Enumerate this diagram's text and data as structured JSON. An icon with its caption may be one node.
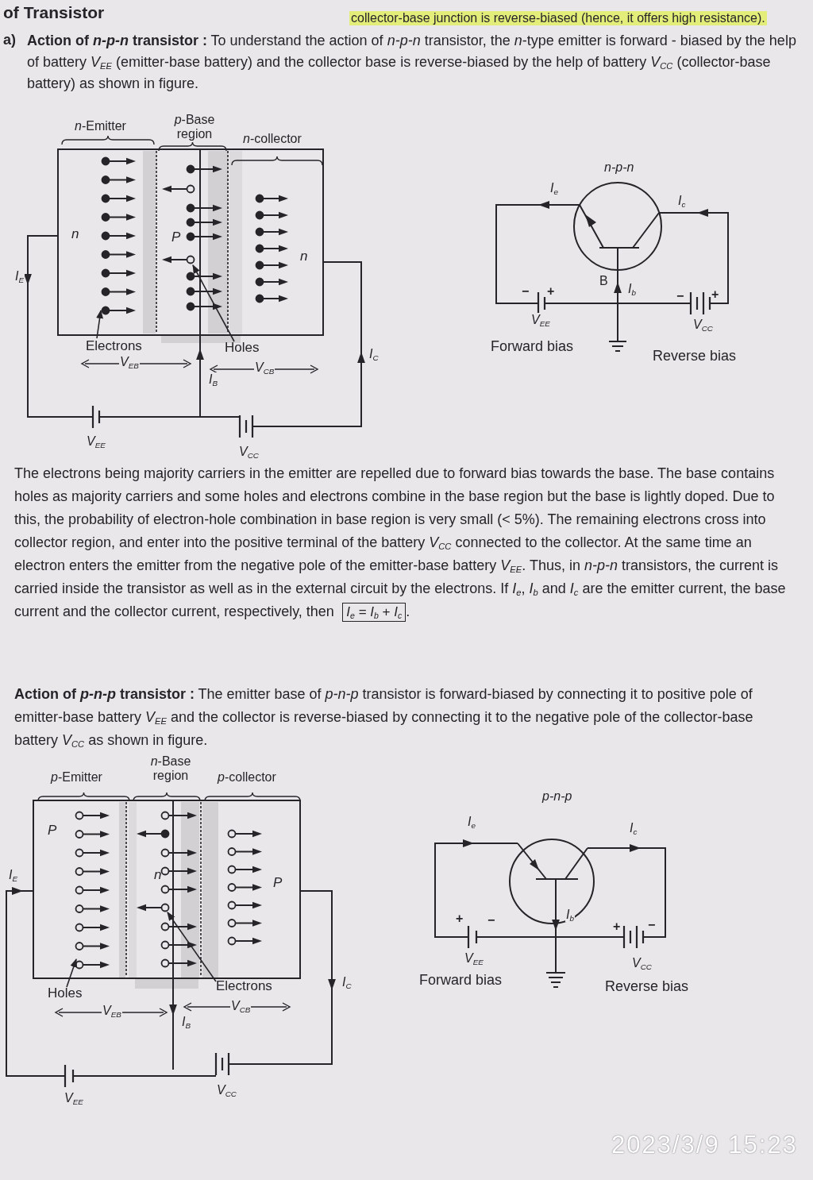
{
  "diagram": {
    "title": "of Transistor",
    "nodes": [
      {
        "text": [
          "Electrons"
        ]
      },
      {
        "text": [
          "Holes"
        ]
      },
      {
        "text": [
          "Holes"
        ]
      },
      {
        "text": [
          "Electrons"
        ]
      }
    ],
    "edges": [
      {
        "from": 0,
        "to": null,
        "arrow": "to"
      },
      {
        "from": 1,
        "to": null,
        "arrow": "to"
      },
      {
        "from": 2,
        "to": null,
        "arrow": "to"
      },
      {
        "from": 3,
        "to": null,
        "arrow": "to"
      }
    ],
    "labels": [
      "collector-base junction is reverse-biased (hence, it offers high resistance).",
      "a)",
      "Action of *n-p-n* transistor :",
      "To understand the action of *n-p-n* transistor, the *n*-type emitter is forward - biased by the help of battery *V*$_{EE}$ (emitter-base battery) and the collector base is reverse-biased by the help of battery *V*$_{CC}$ (collector-base battery) as shown in figure.",
      "*n*-Emitter",
      "*p*-Base region",
      "*n*-collector",
      "n",
      "P",
      "n",
      "*I*$_{E}$",
      "*V*$_{EB}$",
      "*I*$_{B}$",
      "*V*$_{CB}$",
      "*I*$_{C}$",
      "*V*$_{EE}$",
      "*V*$_{CC}$",
      "*n-p-n*",
      "*I*$_{e}$",
      "*I*$_{c}$",
      "B",
      "*I*$_{b}$",
      "−",
      "+",
      "*V*$_{EE}$",
      "−",
      "+",
      "*V*$_{CC}$",
      "Forward bias",
      "Reverse bias",
      "The electrons being majority carriers in the emitter are repelled due to forward bias towards the base. The base contains holes as majority carriers and some holes and electrons combine in the base region but the base is lightly doped. Due to this, the probability of electron-hole combination in base region is very small (< 5%). The remaining electrons cross into collector region, and enter into the positive terminal of the battery *V*$_{CC}$ connected to the collector. At the same time an electron enters the emitter from the negative pole of the emitter-base battery *V*$_{EE}$. Thus, in *n-p-n* transistors, the current is carried inside the transistor as well as in the external circuit by the electrons. If *I*$_{e}$, *I*$_{b}$ and *I*$_{c}$ are the emitter current, the base current and the collector current, respectively, then",
      "*I*$_{e}$ = *I*$_{b}$ + *I*$_{c}$",
      ".",
      "Action of *p-n-p* transistor :",
      "The emitter base of *p-n-p* transistor is forward-biased by connecting it to positive pole of emitter-base battery *V*$_{EE}$ and the collector is reverse-biased by connecting it to the negative pole of the collector-base battery *V*$_{CC}$ as shown in figure.",
      "*p*-Emitter",
      "*n*-Base region",
      "*p*-collector",
      "P",
      "n",
      "P",
      "*I*$_{E}$",
      "*V*$_{EB}$",
      "*I*$_{B}$",
      "*V*$_{CB}$",
      "*I*$_{C}$",
      "*V*$_{EE}$",
      "*V*$_{CC}$",
      "*p-n-p*",
      "*I*$_{e}$",
      "*I*$_{c}$",
      "*I*$_{b}$",
      "+",
      "−",
      "+",
      "−",
      "*V*$_{EE}$",
      "*V*$_{CC}$",
      "Forward bias",
      "Reverse bias",
      "2023/3/9 15:23"
    ]
  }
}
